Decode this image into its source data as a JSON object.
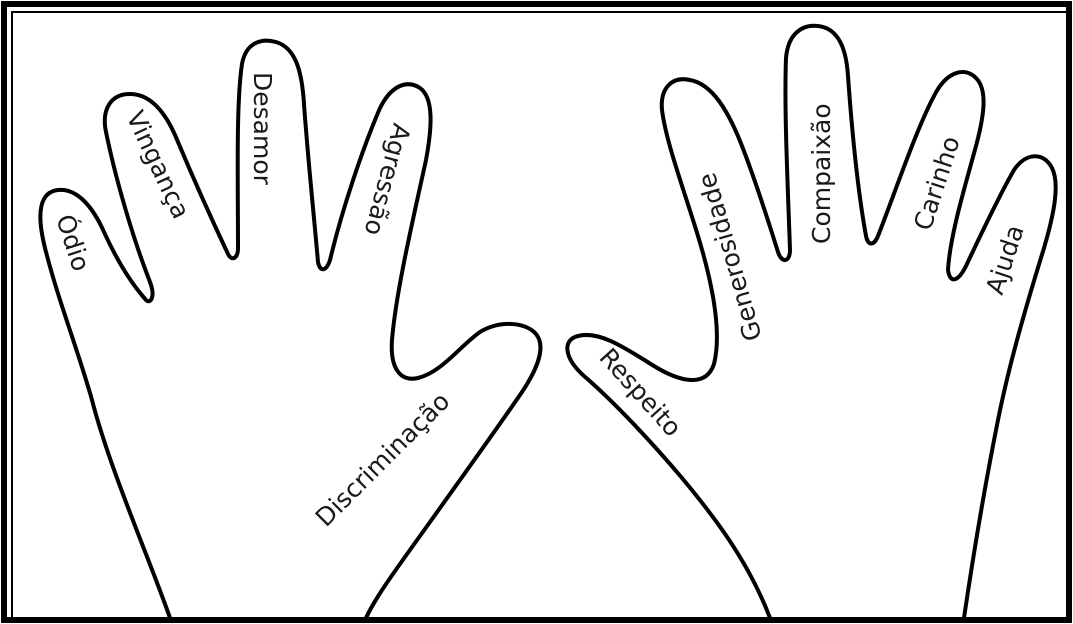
{
  "left_hand": {
    "fingers": [
      {
        "label": "Ódio"
      },
      {
        "label": "Vingança"
      },
      {
        "label": "Desamor"
      },
      {
        "label": "Agressão"
      },
      {
        "label": "Discriminação"
      }
    ]
  },
  "right_hand": {
    "fingers": [
      {
        "label": "Respeito"
      },
      {
        "label": "Generosidade"
      },
      {
        "label": "Compaixão"
      },
      {
        "label": "Carinho"
      },
      {
        "label": "Ajuda"
      }
    ]
  },
  "colors": {
    "ink": "#000000",
    "background": "#ffffff"
  }
}
